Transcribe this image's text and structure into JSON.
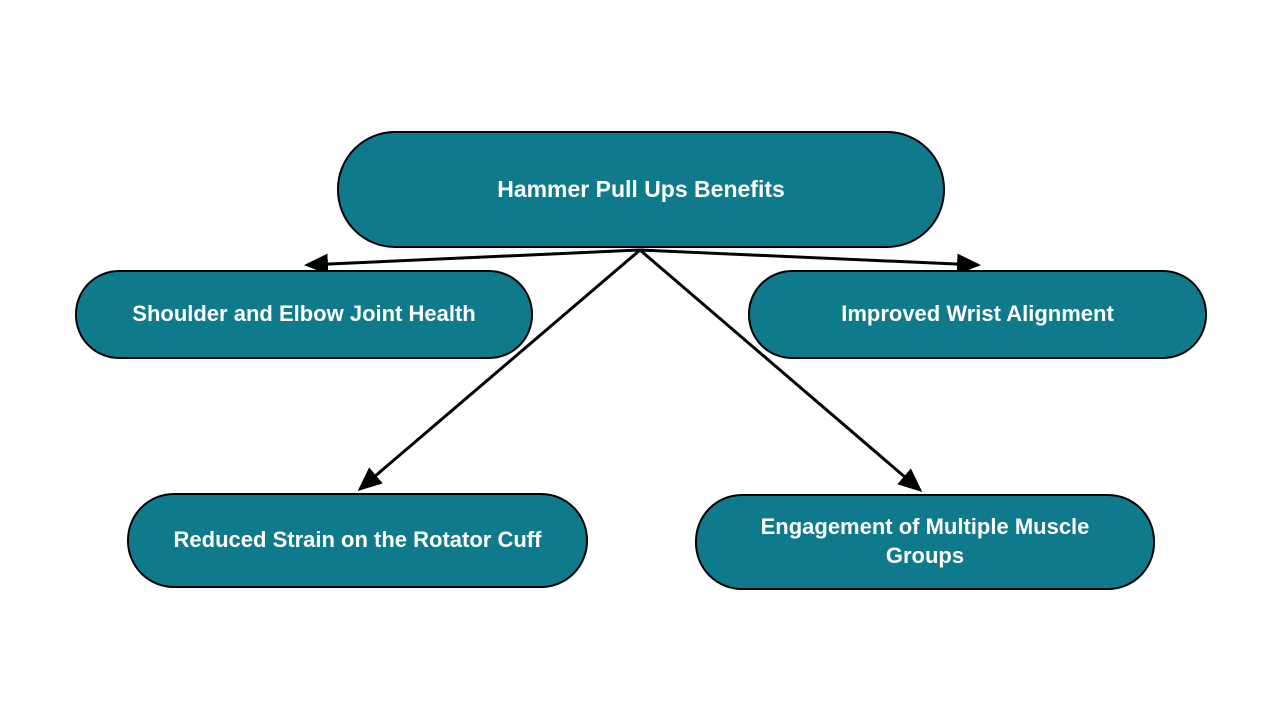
{
  "diagram": {
    "title": "Hammer Pull Ups Benefits mind map",
    "root": {
      "label": "Hammer Pull Ups Benefits"
    },
    "children": [
      {
        "label": "Shoulder and Elbow Joint Health",
        "position": "middle-left"
      },
      {
        "label": "Improved Wrist Alignment",
        "position": "middle-right"
      },
      {
        "label": "Reduced Strain on the Rotator Cuff",
        "position": "bottom-left"
      },
      {
        "label": "Engagement of Multiple Muscle Groups",
        "position": "bottom-right"
      }
    ],
    "colors": {
      "node_fill": "#0e7a8c",
      "node_border": "#000000",
      "node_text": "#ffffff",
      "arrow": "#000000",
      "background": "#ffffff"
    }
  }
}
